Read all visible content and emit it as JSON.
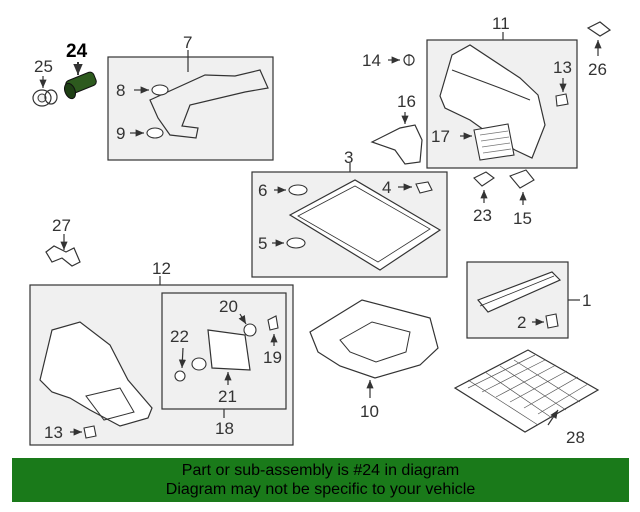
{
  "callouts": {
    "c1": "1",
    "c2": "2",
    "c3": "3",
    "c4": "4",
    "c5": "5",
    "c6": "6",
    "c7": "7",
    "c8": "8",
    "c9": "9",
    "c10": "10",
    "c11": "11",
    "c12": "12",
    "c13a": "13",
    "c13b": "13",
    "c14": "14",
    "c15": "15",
    "c16": "16",
    "c17": "17",
    "c18": "18",
    "c19": "19",
    "c20": "20",
    "c21": "21",
    "c22": "22",
    "c23": "23",
    "c24": "24",
    "c25": "25",
    "c26": "26",
    "c27": "27",
    "c28": "28"
  },
  "highlighted_part": "24",
  "banner": {
    "line1": "Part or sub-assembly is #24 in diagram",
    "line2": "Diagram may not be specific to your vehicle"
  },
  "colors": {
    "banner_bg": "#1a7a1a",
    "panel_bg": "#f0f0f0",
    "highlight_part": "#2d5a1e",
    "line": "#333333"
  }
}
